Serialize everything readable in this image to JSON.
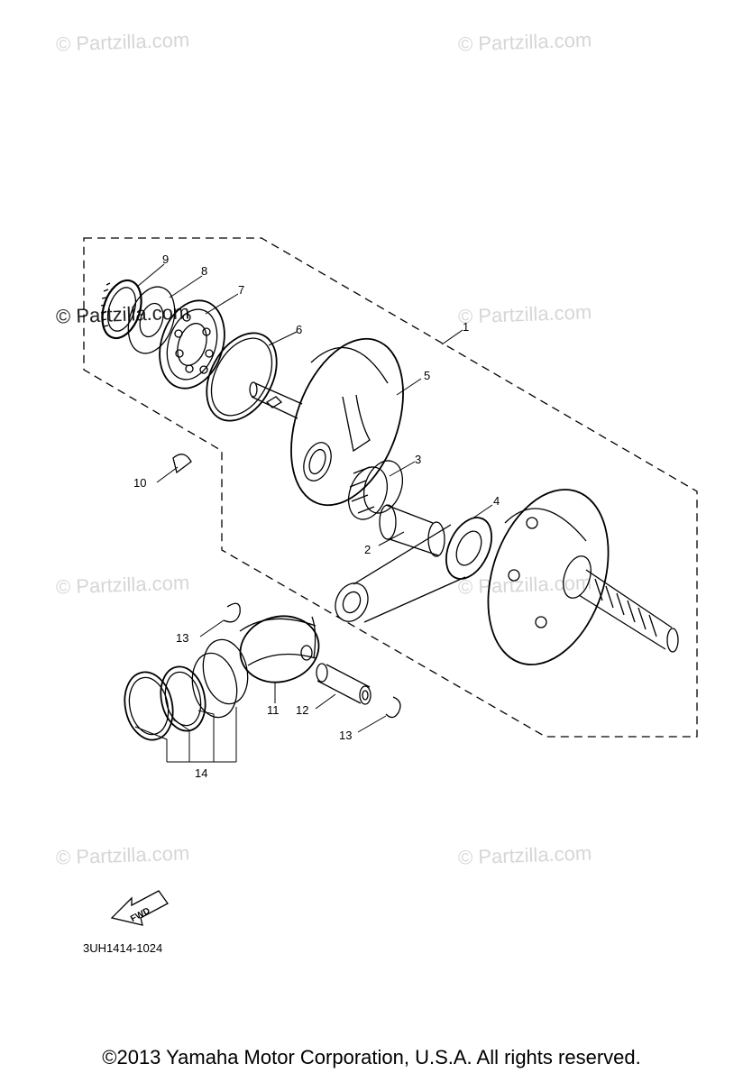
{
  "watermark": "© Partzilla.com",
  "callouts": {
    "c1": "1",
    "c2": "2",
    "c3": "3",
    "c4": "4",
    "c5": "5",
    "c6": "6",
    "c7": "7",
    "c8": "8",
    "c9": "9",
    "c10": "10",
    "c11": "11",
    "c12": "12",
    "c13a": "13",
    "c13b": "13",
    "c14": "14"
  },
  "fwd_label": "FWD",
  "diagram_code": "3UH1414-1024",
  "copyright": "©2013  Yamaha Motor Corporation, U.S.A. All rights reserved."
}
